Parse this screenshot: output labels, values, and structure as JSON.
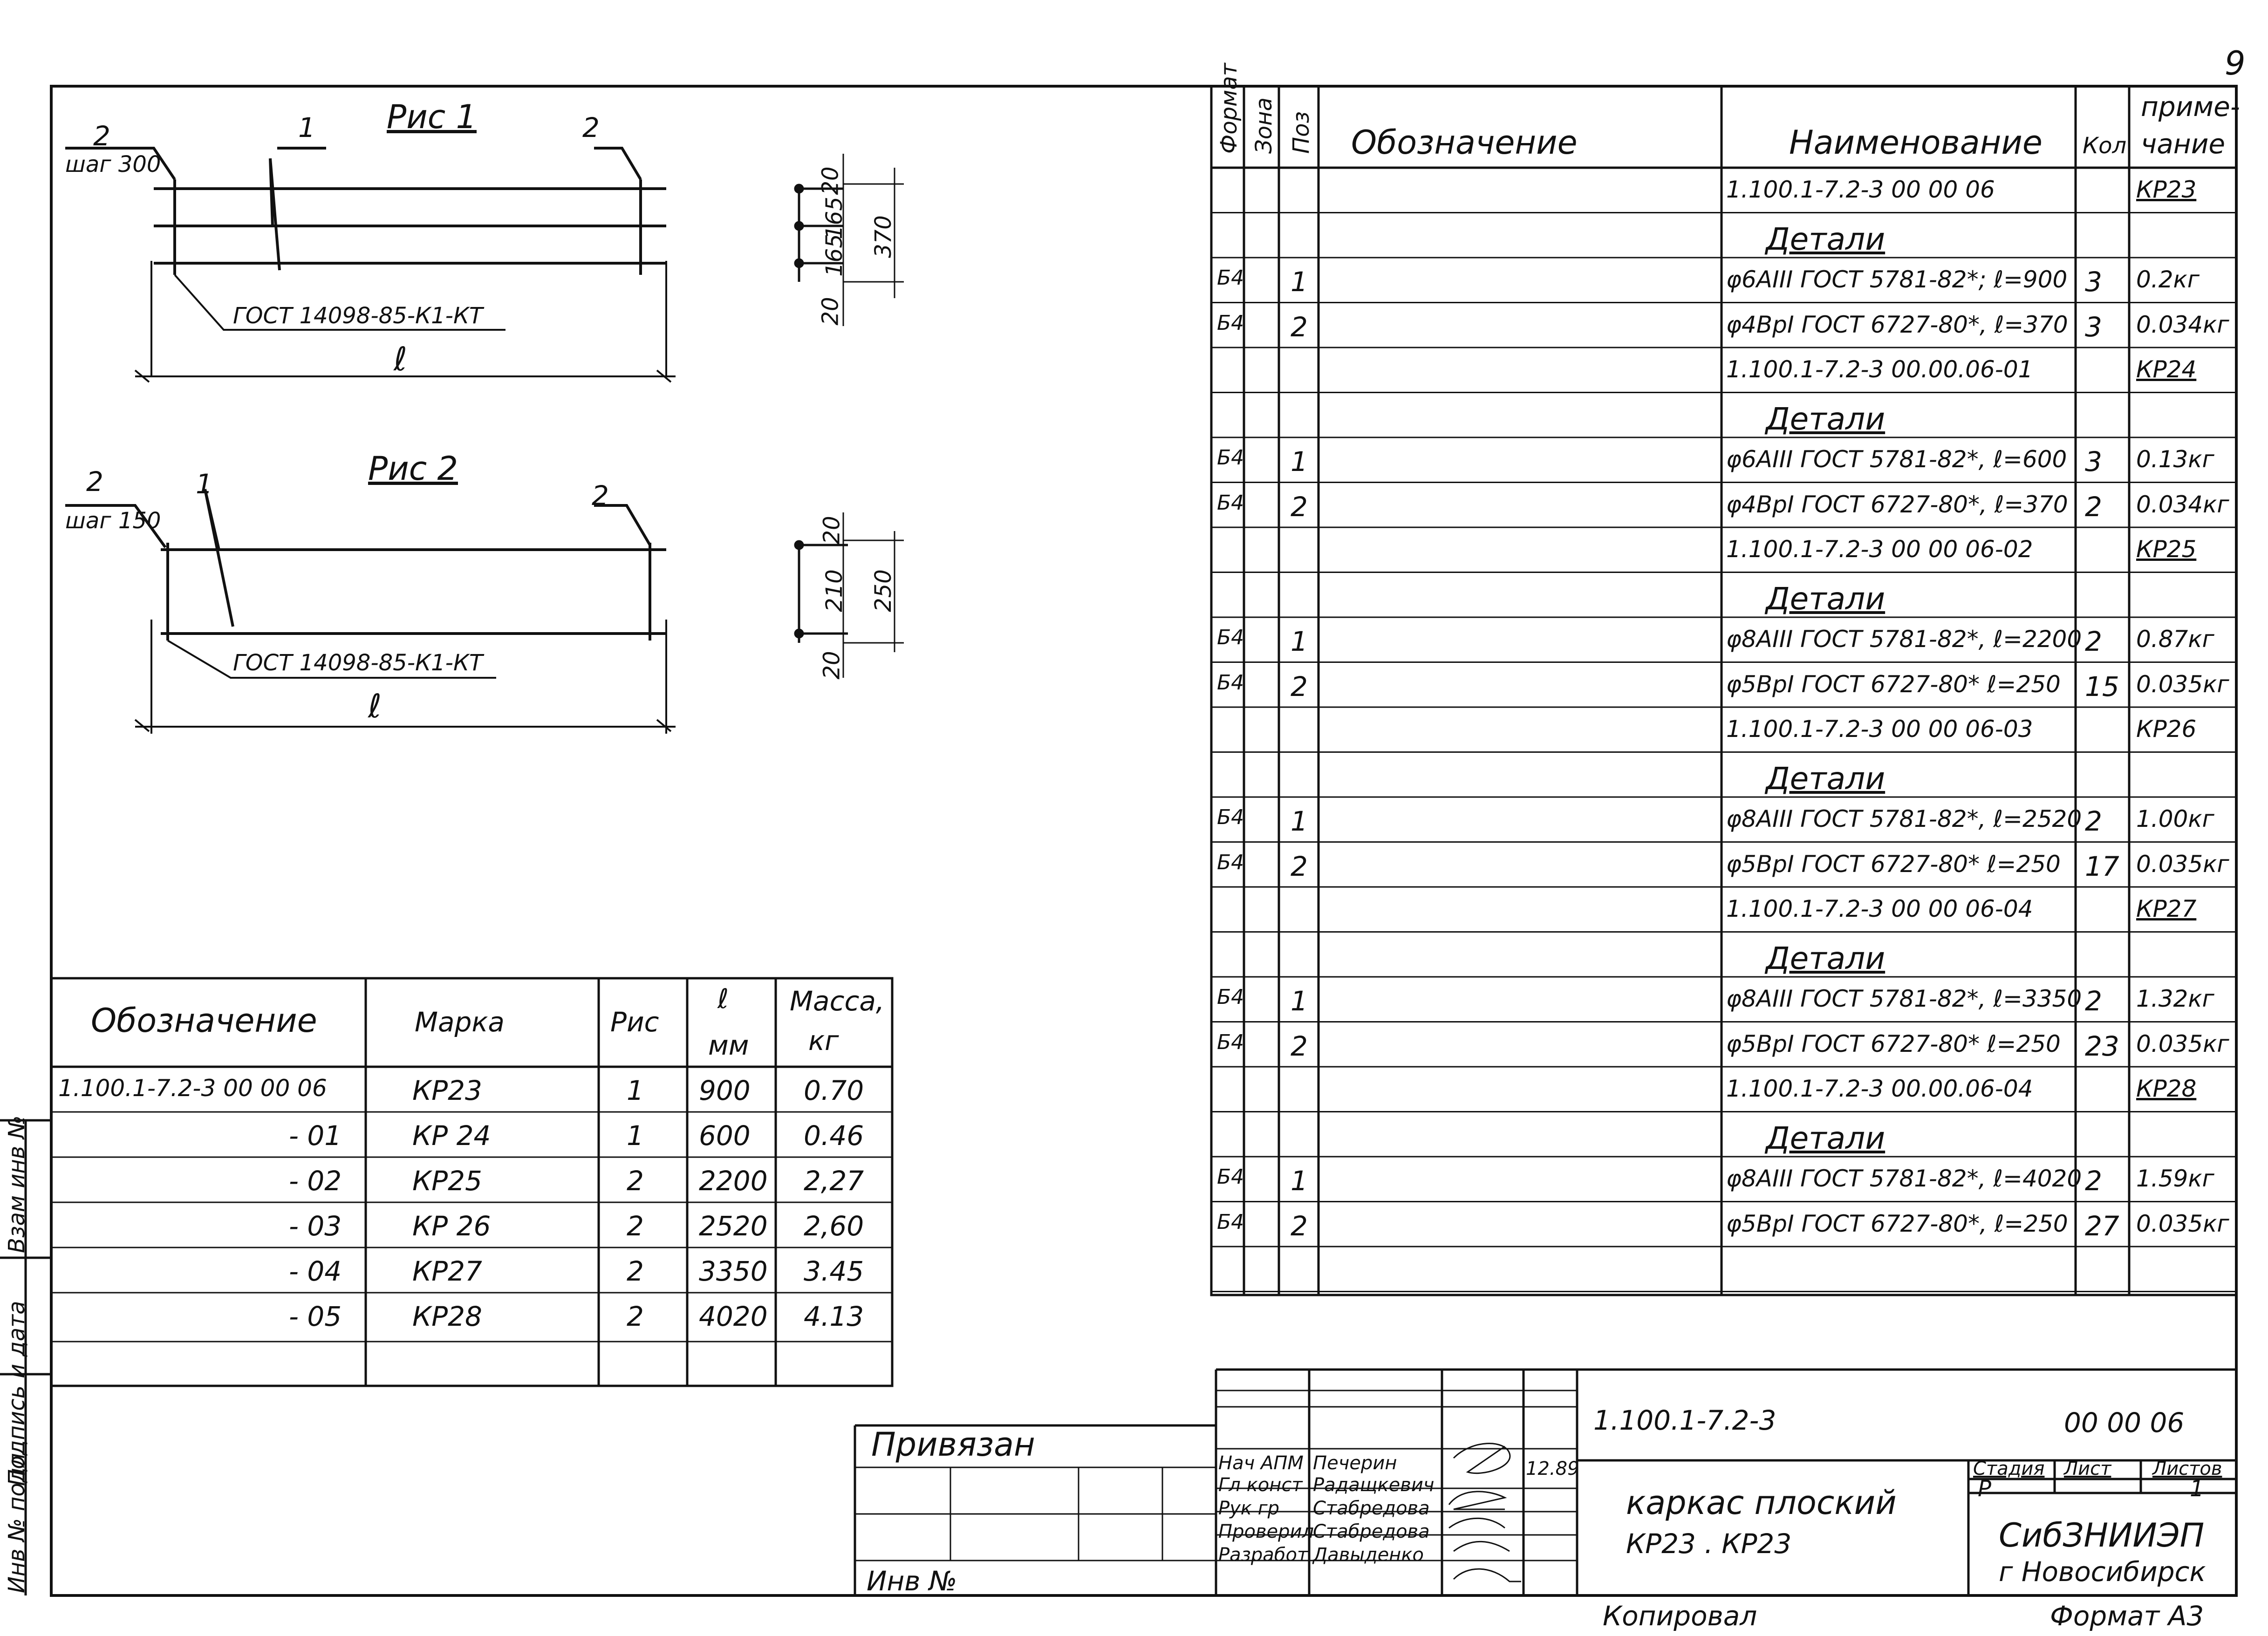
{
  "page_number": "9",
  "fig1": {
    "title": "Рис 1",
    "pos1": "1",
    "pos2_left": "2",
    "pos2_right": "2",
    "step": "шаг 300",
    "weld": "ГОСТ 14098-85-К1-КТ",
    "length": "ℓ",
    "dims": [
      "20",
      "165",
      "165",
      "20"
    ],
    "total": "370"
  },
  "fig2": {
    "title": "Рис 2",
    "pos1": "1",
    "pos2_left": "2",
    "pos2_right": "2",
    "step": "шаг 150",
    "weld": "ГОСТ 14098-85-К1-КТ",
    "length": "ℓ",
    "dims": [
      "20",
      "210",
      "20"
    ],
    "total": "250"
  },
  "table": {
    "headers": [
      "Обозначение",
      "Марка",
      "Рис",
      "ℓ",
      "мм",
      "Масса,",
      "кг"
    ],
    "rows": [
      [
        "1.100.1-7.2-3    00 00 06",
        "КР23",
        "1",
        "900",
        "0.70"
      ],
      [
        "- 01",
        "КР 24",
        "1",
        "600",
        "0.46"
      ],
      [
        "- 02",
        "КР25",
        "2",
        "2200",
        "2,27"
      ],
      [
        "- 03",
        "КР 26",
        "2",
        "2520",
        "2,60"
      ],
      [
        "- 04",
        "КР27",
        "2",
        "3350",
        "3.45"
      ],
      [
        "- 05",
        "КР28",
        "2",
        "4020",
        "4.13"
      ]
    ]
  },
  "spec": {
    "headers": {
      "format": "Формат",
      "zone": "Зона",
      "pos": "Поз",
      "designation": "Обозначение",
      "name": "Наименование",
      "qty": "Кол",
      "note1": "приме-",
      "note2": "чание"
    },
    "rows": [
      {
        "f": "",
        "p": "",
        "name": "1.100.1-7.2-3      00 00 06",
        "q": "",
        "n": "КР23",
        "nu": true
      },
      {
        "f": "",
        "p": "",
        "name": "Детали",
        "hd": true,
        "q": "",
        "n": ""
      },
      {
        "f": "Б4",
        "p": "1",
        "name": "φ6АIII  ГОСТ 5781-82*; ℓ=900",
        "q": "3",
        "n": "0.2кг"
      },
      {
        "f": "Б4",
        "p": "2",
        "name": "φ4ВрI  ГОСТ 6727-80*, ℓ=370",
        "q": "3",
        "n": "0.034кг"
      },
      {
        "f": "",
        "p": "",
        "name": "1.100.1-7.2-3     00.00.06-01",
        "q": "",
        "n": "КР24",
        "nu": true
      },
      {
        "f": "",
        "p": "",
        "name": "Детали",
        "hd": true,
        "q": "",
        "n": ""
      },
      {
        "f": "Б4",
        "p": "1",
        "name": "φ6АIII  ГОСТ 5781-82*, ℓ=600",
        "q": "3",
        "n": "0.13кг"
      },
      {
        "f": "Б4",
        "p": "2",
        "name": "φ4ВрI  ГОСТ 6727-80*, ℓ=370",
        "q": "2",
        "n": "0.034кг"
      },
      {
        "f": "",
        "p": "",
        "name": "1.100.1-7.2-3    00 00 06-02",
        "q": "",
        "n": "КР25",
        "nu": true
      },
      {
        "f": "",
        "p": "",
        "name": "Детали",
        "hd": true,
        "q": "",
        "n": ""
      },
      {
        "f": "Б4",
        "p": "1",
        "name": "φ8АIII  ГОСТ 5781-82*, ℓ=2200",
        "q": "2",
        "n": "0.87кг"
      },
      {
        "f": "Б4",
        "p": "2",
        "name": "φ5ВрI  ГОСТ 6727-80* ℓ=250",
        "q": "15",
        "n": "0.035кг"
      },
      {
        "f": "",
        "p": "",
        "name": "1.100.1-7.2-3     00 00 06-03",
        "q": "",
        "n": "КР26",
        "nu": false
      },
      {
        "f": "",
        "p": "",
        "name": "Детали",
        "hd": true,
        "q": "",
        "n": ""
      },
      {
        "f": "Б4",
        "p": "1",
        "name": "φ8АIII  ГОСТ 5781-82*, ℓ=2520",
        "q": "2",
        "n": "1.00кг"
      },
      {
        "f": "Б4",
        "p": "2",
        "name": "φ5ВрI  ГОСТ 6727-80* ℓ=250",
        "q": "17",
        "n": "0.035кг"
      },
      {
        "f": "",
        "p": "",
        "name": "1.100.1-7.2-3     00 00 06-04",
        "q": "",
        "n": "КР27",
        "nu": true
      },
      {
        "f": "",
        "p": "",
        "name": "Детали",
        "hd": true,
        "q": "",
        "n": ""
      },
      {
        "f": "Б4",
        "p": "1",
        "name": "φ8АIII  ГОСТ 5781-82*, ℓ=3350",
        "q": "2",
        "n": "1.32кг"
      },
      {
        "f": "Б4",
        "p": "2",
        "name": "φ5ВрI  ГОСТ 6727-80* ℓ=250",
        "q": "23",
        "n": "0.035кг"
      },
      {
        "f": "",
        "p": "",
        "name": "1.100.1-7.2-3    00.00.06-04",
        "q": "",
        "n": "КР28",
        "nu": true
      },
      {
        "f": "",
        "p": "",
        "name": "Детали",
        "hd": true,
        "q": "",
        "n": ""
      },
      {
        "f": "Б4",
        "p": "1",
        "name": "φ8АIII  ГОСТ 5781-82*, ℓ=4020",
        "q": "2",
        "n": "1.59кг"
      },
      {
        "f": "Б4",
        "p": "2",
        "name": "φ5ВрI  ГОСТ 6727-80*, ℓ=250",
        "q": "27",
        "n": "0.035кг"
      },
      {
        "f": "",
        "p": "",
        "name": "",
        "q": "",
        "n": ""
      }
    ]
  },
  "stamp": {
    "bound": "Привязан",
    "inv_no": "Инв №",
    "doc_code": "1.100.1-7.2-3",
    "doc_suffix": "00 00 06",
    "title1": "каркас плоский",
    "title2": "КР23 . КР23",
    "stage_h": "Стадия",
    "sheet_h": "Лист",
    "sheets_h": "Листов",
    "stage": "Р",
    "sheets": "1",
    "org1": "СибЗНИИЭП",
    "org2": "г Новосибирск",
    "date": "12.89",
    "roles": [
      {
        "role": "Нач АПМ",
        "name": "Печерин"
      },
      {
        "role": "Гл конст",
        "name": "Радащкевич"
      },
      {
        "role": "Рук гр",
        "name": "Стабредова"
      },
      {
        "role": "Проверил",
        "name": "Стабредова"
      },
      {
        "role": "Разработ",
        "name": "Давыденко"
      }
    ],
    "copied": "Копировал",
    "format": "Формат А3"
  },
  "side": {
    "labels": [
      "Инв № подл",
      "Подпись и дата",
      "Взам инв №"
    ]
  }
}
